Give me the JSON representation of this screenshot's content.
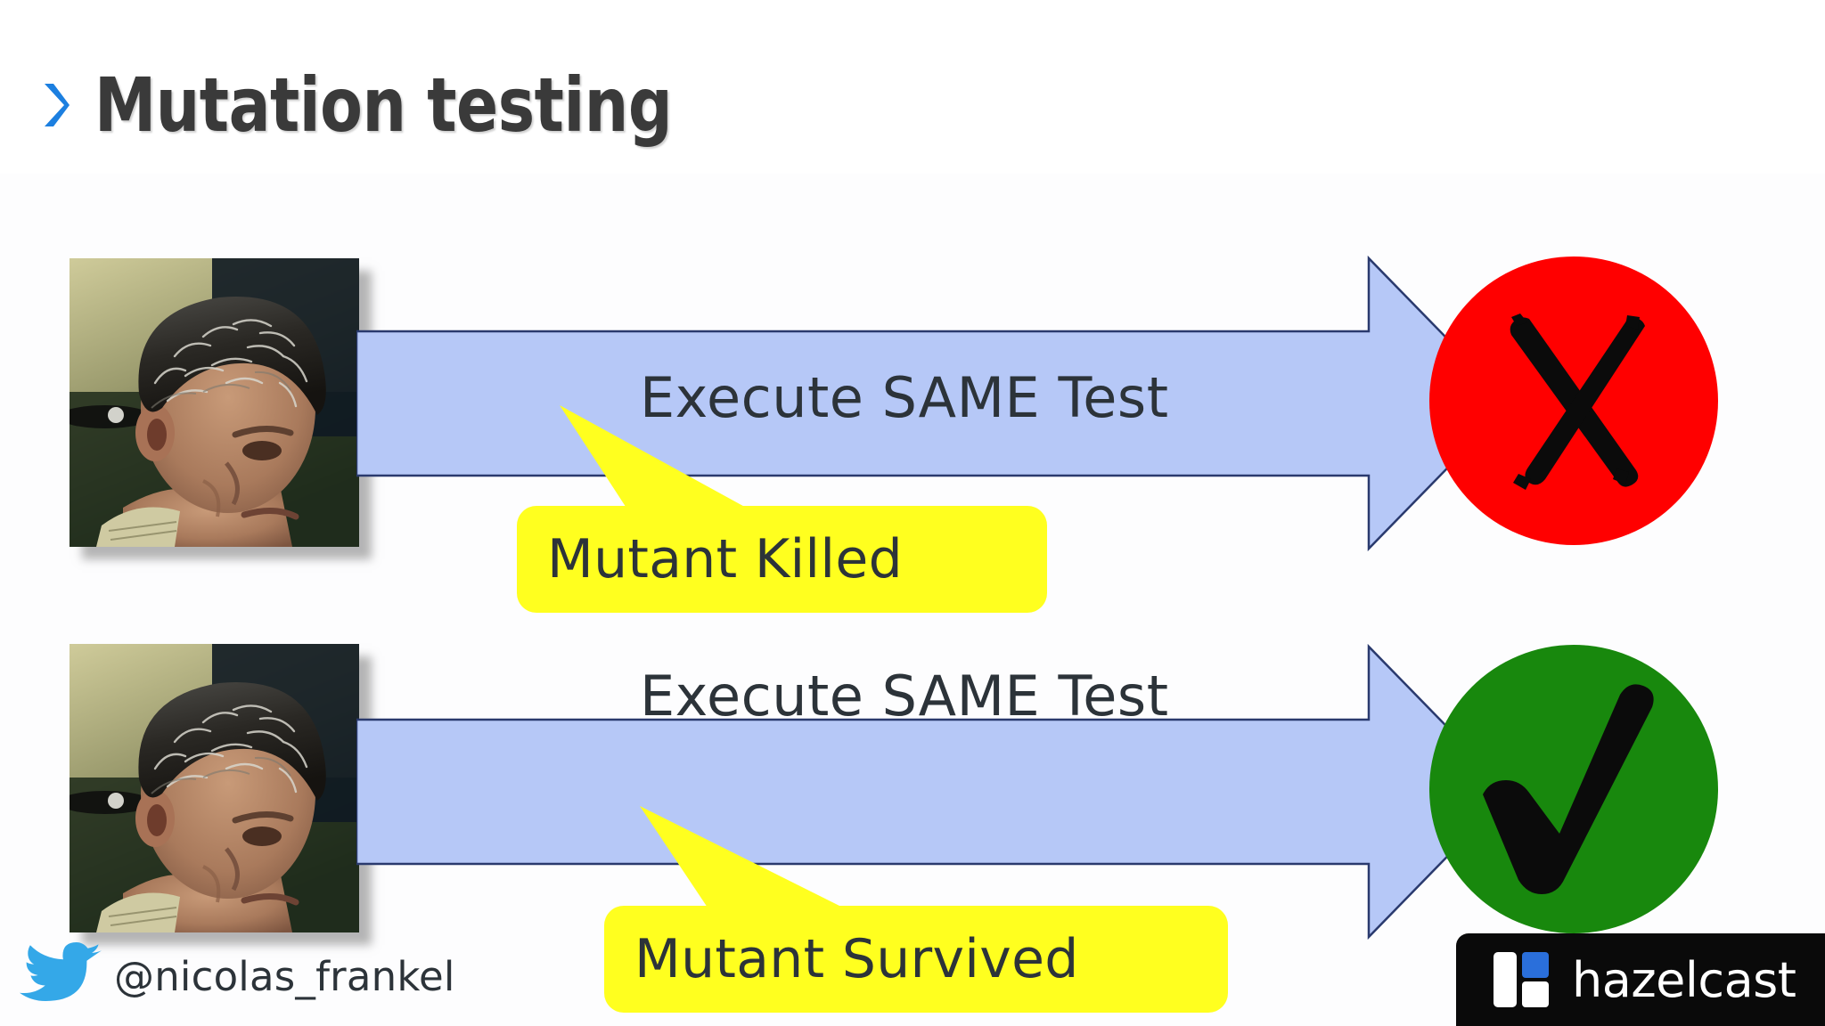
{
  "slide": {
    "title": "Mutation testing",
    "bullet_icon": "chevron-right-icon",
    "accent_color": "#1c7fe0",
    "background_color": "#ffffff"
  },
  "rows": [
    {
      "id": "mutant-killed",
      "photo_alt": "mutant-face-photo",
      "arrow_label": "Execute SAME Test",
      "arrow_fill": "#b6c8f7",
      "arrow_stroke": "#2a3a6e",
      "callout_text": "Mutant Killed",
      "callout_color": "#ffff1f",
      "result_icon": "cross-icon",
      "result_color": "#ff0000"
    },
    {
      "id": "mutant-survived",
      "photo_alt": "mutant-face-photo",
      "arrow_label": "Execute SAME Test",
      "arrow_fill": "#b6c8f7",
      "arrow_stroke": "#2a3a6e",
      "callout_text": "Mutant Survived",
      "callout_color": "#ffff1f",
      "result_icon": "check-icon",
      "result_color": "#18880d"
    }
  ],
  "footer": {
    "twitter_icon": "twitter-bird-icon",
    "twitter_color": "#34a8e8",
    "handle": "@nicolas_frankel",
    "brand_name": "hazelcast",
    "brand_mark_icon": "hazelcast-mark-icon",
    "brand_bg": "#0a0a0a",
    "brand_accent": "#2a6fdb"
  }
}
